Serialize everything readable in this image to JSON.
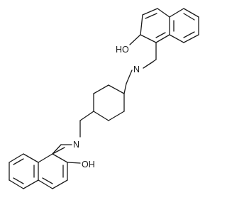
{
  "structure": {
    "labels": {
      "hydroxyl_top": "HO",
      "imine_n_top": "N",
      "imine_n_bottom": "N",
      "hydroxyl_bottom": "OH"
    },
    "colors": {
      "bond": "#1a1a1a",
      "label": "#1a1a1a",
      "background": "#ffffff"
    }
  }
}
